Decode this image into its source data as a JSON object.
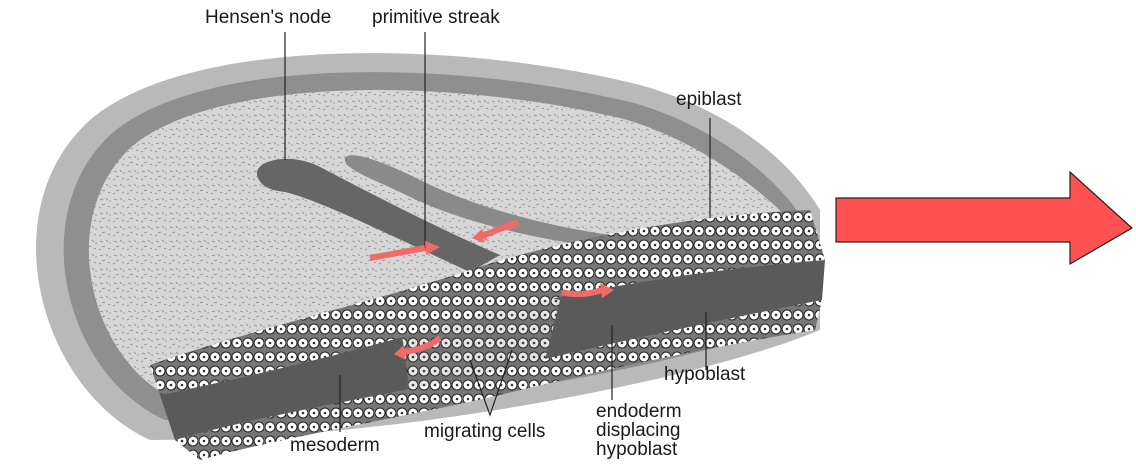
{
  "labels": {
    "hensens_node": "Hensen's node",
    "primitive_streak": "primitive streak",
    "epiblast": "epiblast",
    "hypoblast": "hypoblast",
    "migrating_cells": "migrating cells",
    "mesoderm": "mesoderm",
    "endoderm_lines": [
      "endoderm",
      "displacing",
      "hypoblast"
    ]
  },
  "colors": {
    "outer_rim": "#b9b9b9",
    "epiblast_surface": "#d6d6d6",
    "streak_groove": "#6e6e6e",
    "cell_layer": "#ffffff",
    "mesoderm_dark": "#555555",
    "migration_arrow": "#f06a6a",
    "big_arrow": "#ff5151"
  },
  "icons": {
    "big_arrow": "right-arrow-icon"
  }
}
